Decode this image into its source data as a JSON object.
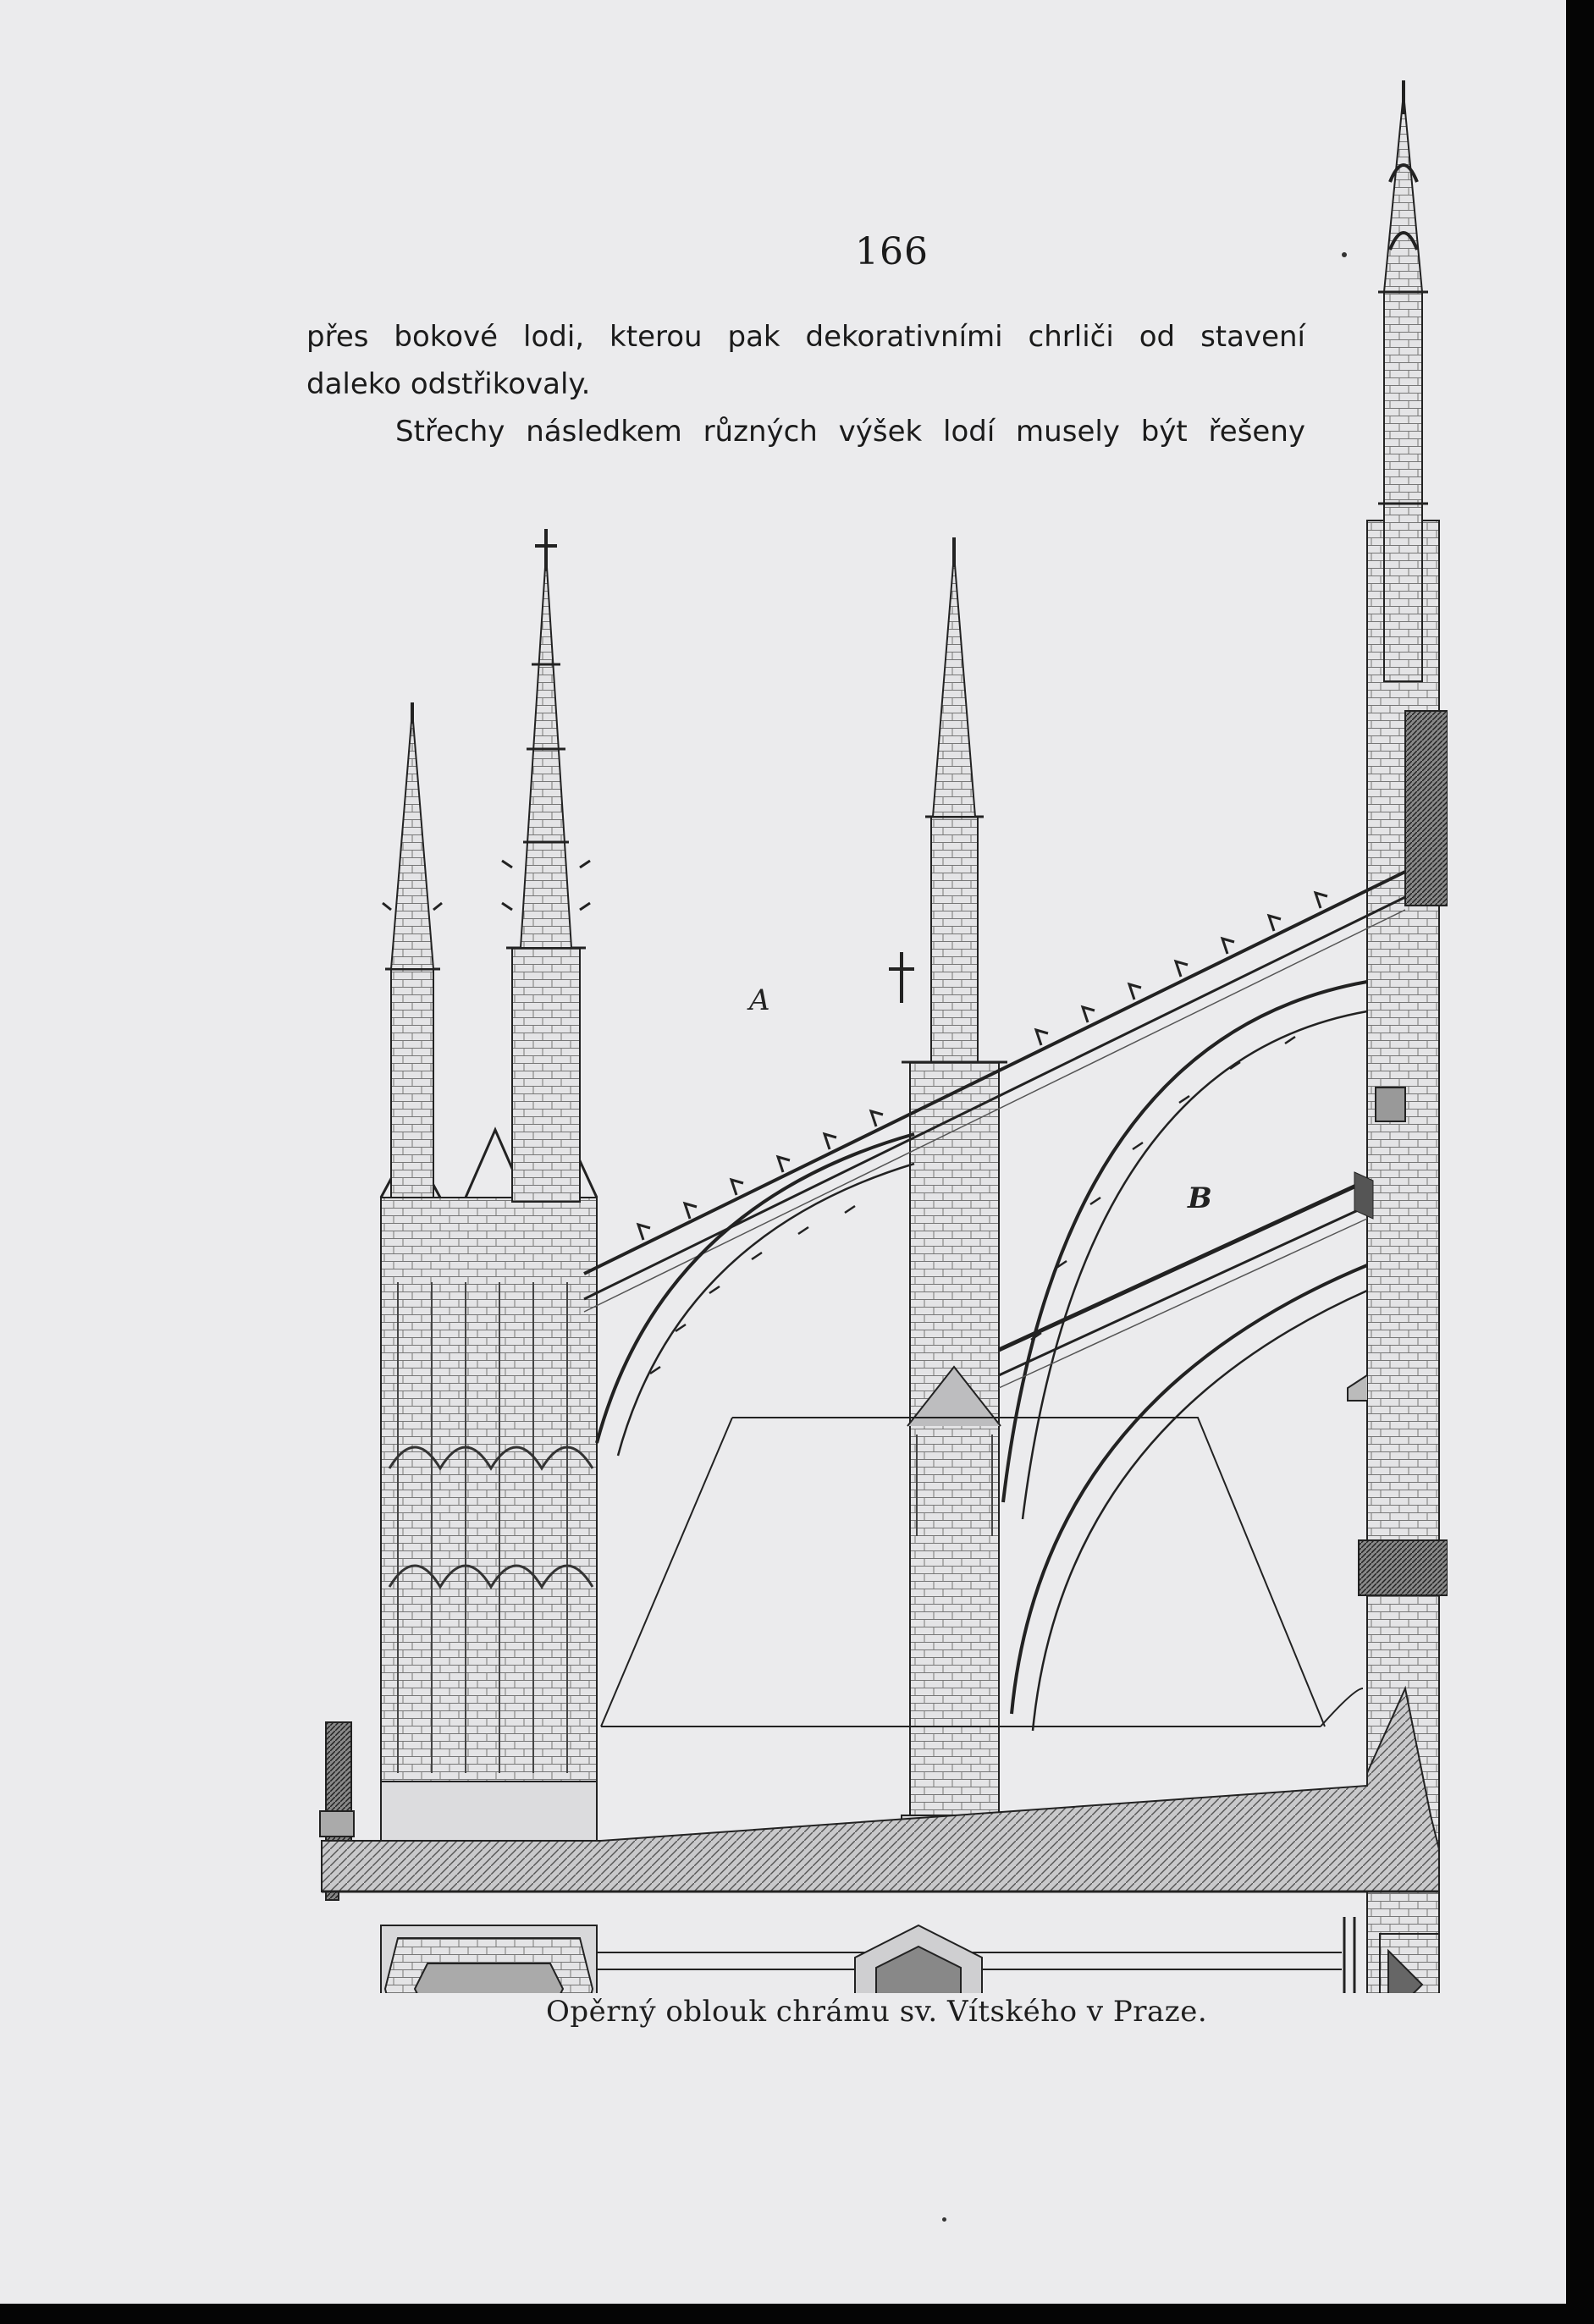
{
  "page": {
    "number": "166"
  },
  "body_text": {
    "line1": "přes bokové lodi, kterou pak dekorativními chrliči od stavení",
    "line2": "daleko odstřikovaly.",
    "line3": "Střechy následkem různých výšek lodí musely být řešeny"
  },
  "figure": {
    "label_a": "A",
    "label_b": "B",
    "caption": "Opěrný oblouk chrámu sv. Vítského v Praze."
  },
  "colors": {
    "paper": "#ebebed",
    "ink": "#1b1b1b",
    "border": "#050505"
  }
}
